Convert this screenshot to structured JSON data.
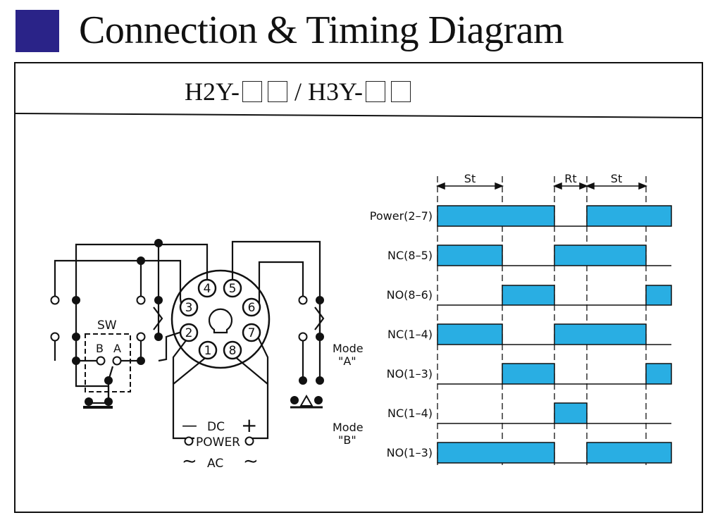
{
  "header": {
    "title": "Connection & Timing Diagram",
    "accent_color": "#2a2388"
  },
  "model": {
    "part1": "H2Y-",
    "separator": "/ H3Y-"
  },
  "wiring": {
    "switch_label": "SW",
    "switch_b": "B",
    "switch_a": "A",
    "pins": [
      "1",
      "2",
      "3",
      "4",
      "5",
      "6",
      "7",
      "8"
    ],
    "dc_label": "DC",
    "dc_minus": "—",
    "dc_plus": "+",
    "power_label": "POWER",
    "ac_label": "AC",
    "ac_tilde": "∼"
  },
  "timing": {
    "fill_color": "#29aee3",
    "intervals": [
      "St",
      "Rt",
      "St"
    ],
    "signals": [
      {
        "label": "Power(2–7)"
      },
      {
        "label": "NC(8–5)"
      },
      {
        "label": "NO(8–6)"
      },
      {
        "label": "NC(1–4)"
      },
      {
        "label": "NO(1–3)"
      },
      {
        "label": "NC(1–4)"
      },
      {
        "label": "NO(1–3)"
      }
    ],
    "mode_a_word": "Mode",
    "mode_a_letter": "\"A\"",
    "mode_b_word": "Mode",
    "mode_b_letter": "\"B\""
  }
}
